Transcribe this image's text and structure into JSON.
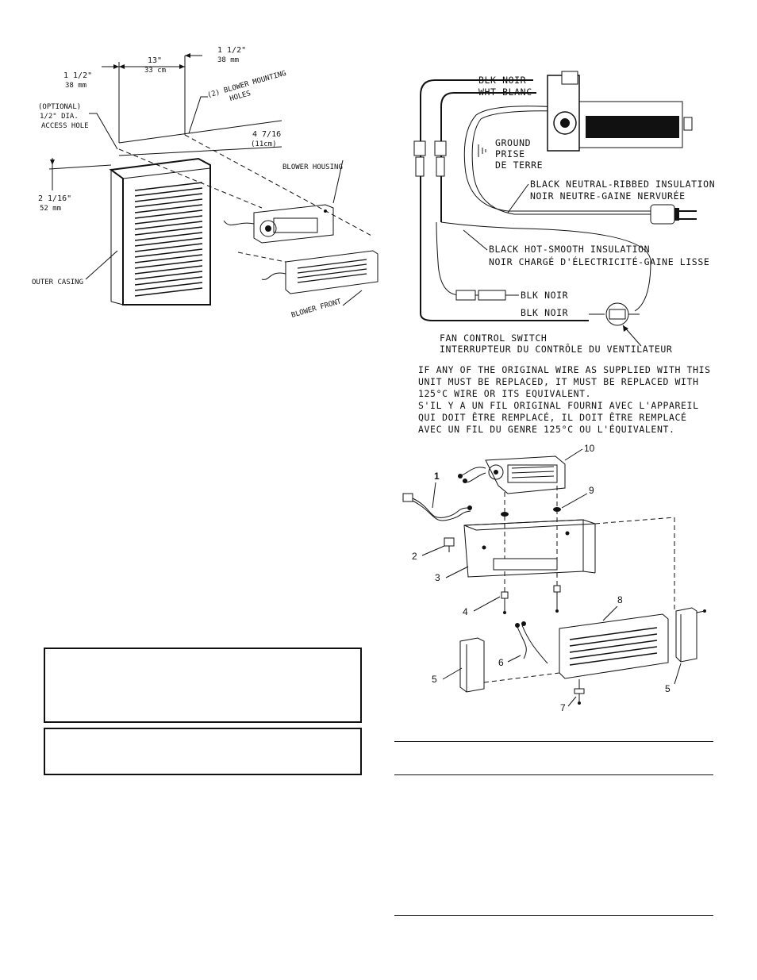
{
  "mounting_diagram": {
    "dim_left": "1 1/2\"",
    "dim_left_mm": "38 mm",
    "dim_center": "13\"",
    "dim_center_cm": "33 cm",
    "dim_right": "1 1/2\"",
    "dim_right_mm": "38 mm",
    "optional_hole": [
      "(OPTIONAL)",
      "1/2\" DIA.",
      "ACCESS HOLE"
    ],
    "blower_holes": [
      "(2) BLOWER MOUNTING",
      "HOLES"
    ],
    "dim_depth": "4 7/16",
    "dim_depth_cm": "(11cm)",
    "dim_height": "2 1/16\"",
    "dim_height_mm": "52 mm",
    "blower_housing": "BLOWER HOUSING",
    "outer_casing": "OUTER CASING",
    "blower_front": "BLOWER FRONT"
  },
  "wiring_diagram": {
    "blk_noir_top": "BLK  NOIR",
    "wht_blanc": "WHT  BLANC",
    "ground": [
      "GROUND",
      "PRISE",
      "DE TERRE"
    ],
    "neutral": [
      "BLACK NEUTRAL-RIBBED INSULATION",
      "NOIR NEUTRE-GAINE NERVURÉE"
    ],
    "hot": [
      "BLACK HOT-SMOOTH INSULATION",
      "NOIR CHARGÉ D'ÉLECTRICITÉ-GAINE LISSE"
    ],
    "blk_noir_1": "BLK  NOIR",
    "blk_noir_2": "BLK  NOIR",
    "fan_switch": [
      "FAN CONTROL SWITCH",
      "INTERRUPTEUR DU CONTRÔLE DU VENTILATEUR"
    ],
    "warning": [
      "IF ANY OF THE ORIGINAL WIRE AS SUPPLIED WITH THIS",
      "UNIT MUST BE REPLACED, IT MUST BE REPLACED WITH",
      "125°C WIRE OR ITS EQUIVALENT.",
      "S'IL Y A UN FIL ORIGINAL FOURNI AVEC L'APPAREIL",
      "QUI DOIT ÊTRE REMPLACÉ, IL DOIT ÊTRE REMPLACÉ",
      "AVEC UN FIL DU GENRE 125°C OU L'ÉQUIVALENT."
    ]
  },
  "parts_diagram": {
    "callouts": [
      "1",
      "2",
      "3",
      "4",
      "5",
      "6",
      "7",
      "8",
      "9",
      "10",
      "5"
    ]
  }
}
